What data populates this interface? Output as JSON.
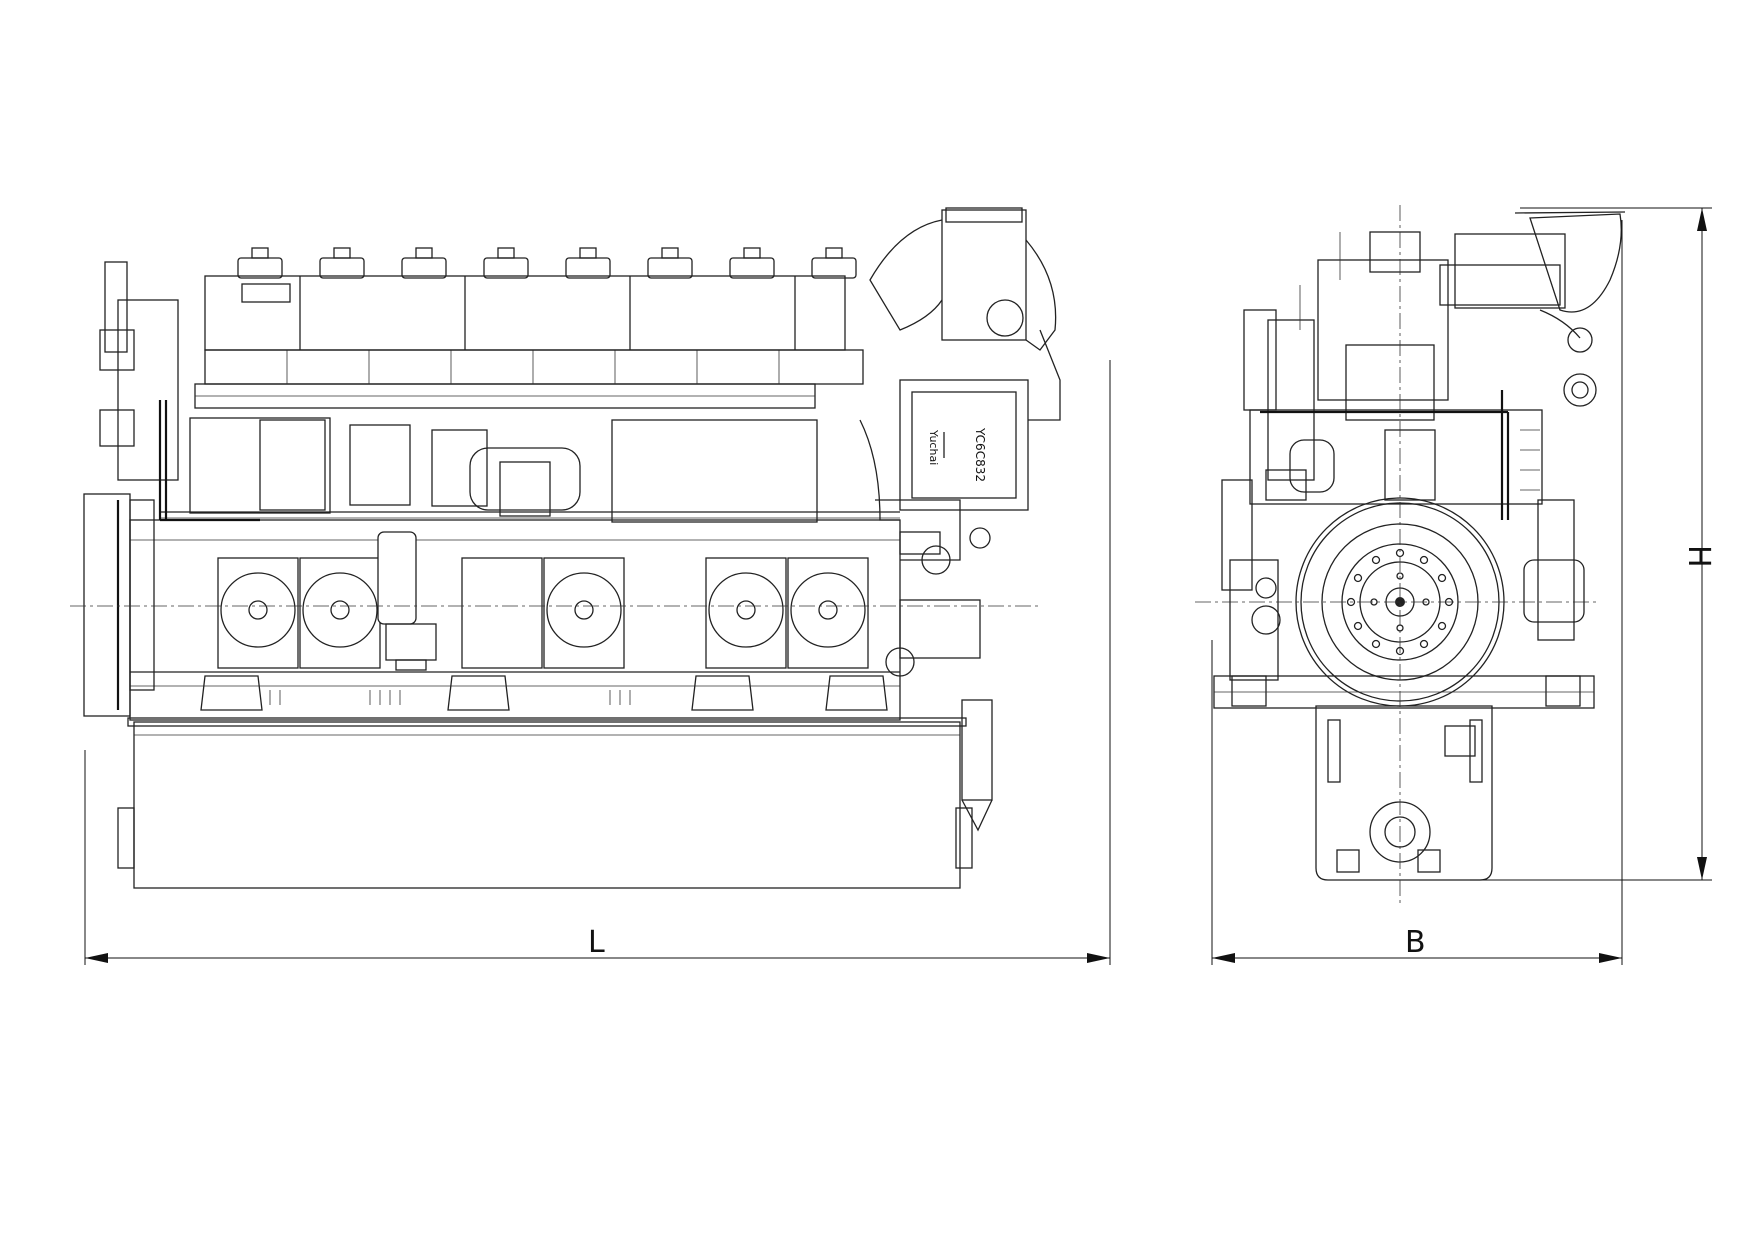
{
  "dimensions": {
    "length_label": "L",
    "width_label": "B",
    "height_label": "H"
  },
  "nameplate": {
    "line1": "Yuchai",
    "line2": "YC6C832"
  }
}
